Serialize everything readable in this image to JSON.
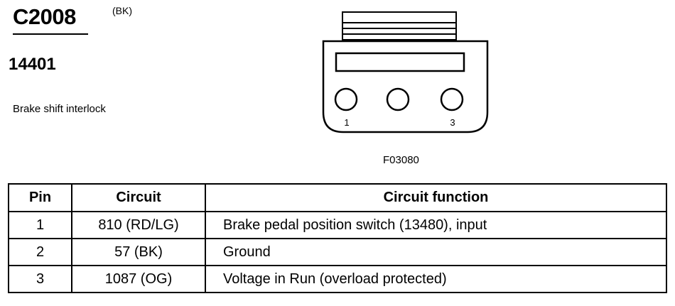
{
  "connector": {
    "id": "C2008",
    "color_code": "(BK)",
    "part_number": "14401",
    "description": "Brake shift interlock"
  },
  "drawing": {
    "reference": "F03080",
    "pin_labels": [
      "1",
      "3"
    ]
  },
  "table": {
    "headers": [
      "Pin",
      "Circuit",
      "Circuit function"
    ],
    "rows": [
      {
        "pin": "1",
        "circuit": "810 (RD/LG)",
        "function": "Brake pedal position switch (13480), input"
      },
      {
        "pin": "2",
        "circuit": "57 (BK)",
        "function": "Ground"
      },
      {
        "pin": "3",
        "circuit": "1087 (OG)",
        "function": "Voltage in Run (overload protected)"
      }
    ]
  }
}
